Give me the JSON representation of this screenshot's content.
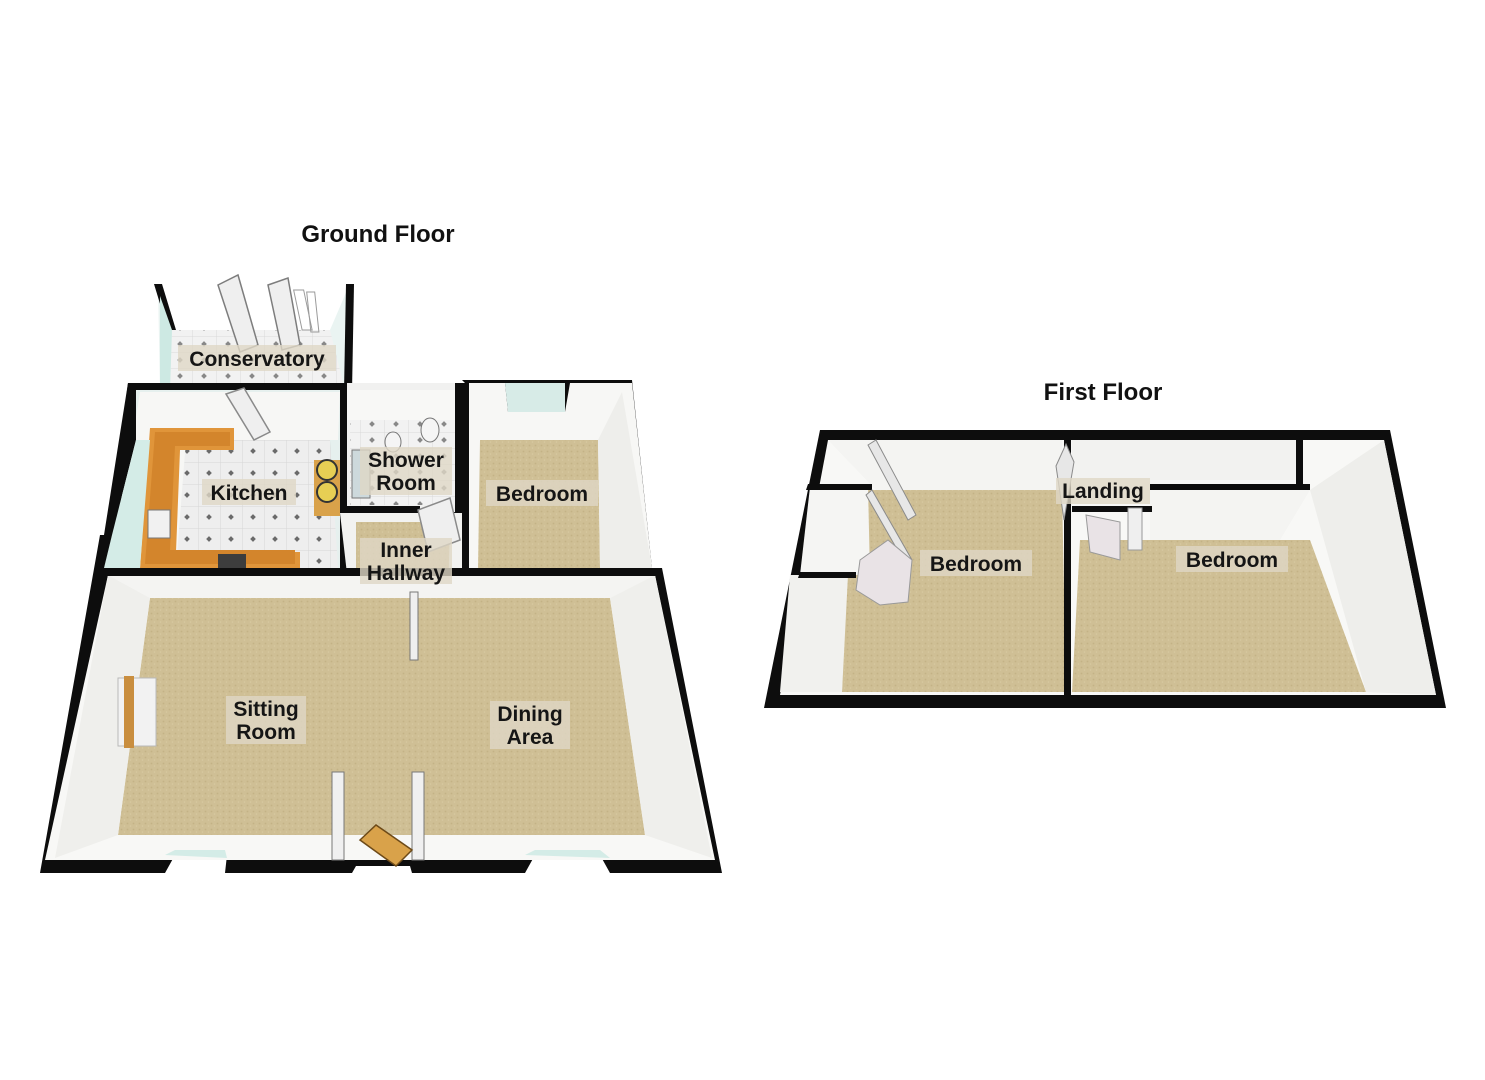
{
  "floors": {
    "ground": {
      "title": "Ground Floor",
      "rooms": {
        "conservatory": "Conservatory",
        "kitchen": "Kitchen",
        "shower_line1": "Shower",
        "shower_line2": "Room",
        "bedroom": "Bedroom",
        "hallway_line1": "Inner",
        "hallway_line2": "Hallway",
        "sitting_line1": "Sitting",
        "sitting_line2": "Room",
        "dining_line1": "Dining",
        "dining_line2": "Area"
      }
    },
    "first": {
      "title": "First Floor",
      "rooms": {
        "landing": "Landing",
        "bedroom_left": "Bedroom",
        "bedroom_right": "Bedroom"
      }
    }
  },
  "colors": {
    "carpet": "#cdbd92",
    "wall": "#0d0d0d",
    "worktop": "#e0953a",
    "tile": "#ececec",
    "glass": "#d9efea",
    "stairs": "#e4cf9a"
  }
}
